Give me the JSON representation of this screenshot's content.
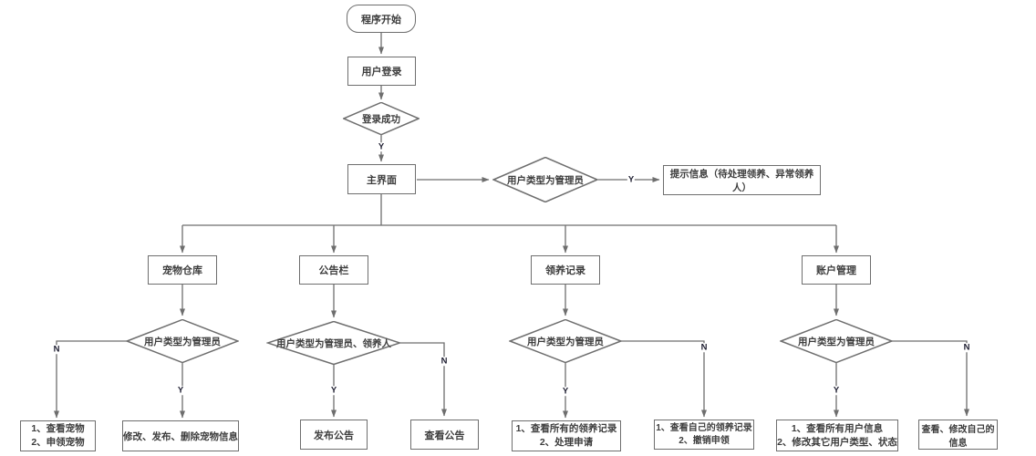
{
  "flowchart": {
    "nodes": {
      "start": {
        "label": "程序开始"
      },
      "login": {
        "label": "用户登录"
      },
      "login_success": {
        "label": "登录成功"
      },
      "main_screen": {
        "label": "主界面"
      },
      "main_admin_check": {
        "label": "用户类型为管理员"
      },
      "admin_info": {
        "label": "提示信息（待处理领养、异常领养人）"
      },
      "pet_store": {
        "label": "宠物仓库"
      },
      "bulletin": {
        "label": "公告栏"
      },
      "adopt_records": {
        "label": "领养记录"
      },
      "account_mgmt": {
        "label": "账户管理"
      },
      "pet_admin_check": {
        "label": "用户类型为管理员"
      },
      "bulletin_admin_check": {
        "label": "用户类型为管理员、领养人"
      },
      "adopt_admin_check": {
        "label": "用户类型为管理员"
      },
      "account_admin_check": {
        "label": "用户类型为管理员"
      },
      "pet_user_actions": {
        "line1": "1、查看宠物",
        "line2": "2、申领宠物"
      },
      "pet_admin_actions": {
        "label": "修改、发布、删除宠物信息"
      },
      "publish_notice": {
        "label": "发布公告"
      },
      "view_notice": {
        "label": "查看公告"
      },
      "adopt_admin_actions": {
        "line1": "1、查看所有的领养记录",
        "line2": "2、处理申请"
      },
      "adopt_user_actions": {
        "line1": "1、查看自己的领养记录",
        "line2": "2、撤销申领"
      },
      "account_admin_actions": {
        "line1": "1、查看所有用户信息",
        "line2": "2、修改其它用户类型、状态"
      },
      "account_user_actions": {
        "label": "查看、修改自己的信息"
      }
    },
    "edge_labels": {
      "yes": "Y",
      "no": "N"
    },
    "colors": {
      "line": "#6e6e6e",
      "border": "#6e6e6e",
      "text": "#3d3d3d",
      "background": "#ffffff"
    }
  }
}
